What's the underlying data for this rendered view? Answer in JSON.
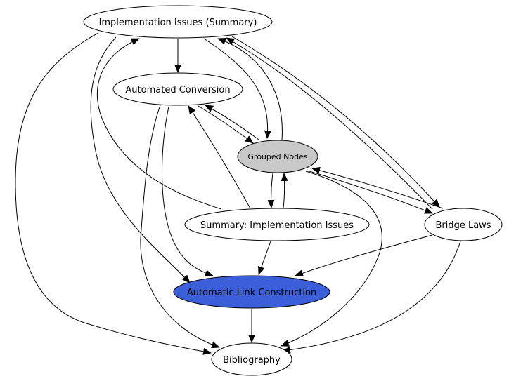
{
  "diagram": {
    "nodes": {
      "impl_summary": {
        "label": "Implementation Issues (Summary)",
        "fill": "#ffffff"
      },
      "auto_conv": {
        "label": "Automated Conversion",
        "fill": "#ffffff"
      },
      "grouped": {
        "label": "Grouped Nodes",
        "fill": "#c8c8c8"
      },
      "summary_impl": {
        "label": "Summary: Implementation Issues",
        "fill": "#ffffff"
      },
      "bridge": {
        "label": "Bridge Laws",
        "fill": "#ffffff"
      },
      "auto_link": {
        "label": "Automatic Link Construction",
        "fill": "#3b5fd9"
      },
      "biblio": {
        "label": "Bibliography",
        "fill": "#ffffff"
      }
    },
    "edges": [
      {
        "from": "impl_summary",
        "to": "auto_conv"
      },
      {
        "from": "impl_summary",
        "to": "grouped"
      },
      {
        "from": "grouped",
        "to": "impl_summary"
      },
      {
        "from": "impl_summary",
        "to": "bridge"
      },
      {
        "from": "bridge",
        "to": "impl_summary"
      },
      {
        "from": "impl_summary",
        "to": "auto_link"
      },
      {
        "from": "impl_summary",
        "to": "biblio"
      },
      {
        "from": "summary_impl",
        "to": "impl_summary"
      },
      {
        "from": "auto_conv",
        "to": "grouped"
      },
      {
        "from": "grouped",
        "to": "auto_conv"
      },
      {
        "from": "auto_conv",
        "to": "auto_link"
      },
      {
        "from": "auto_conv",
        "to": "biblio"
      },
      {
        "from": "summary_impl",
        "to": "auto_conv"
      },
      {
        "from": "grouped",
        "to": "summary_impl"
      },
      {
        "from": "summary_impl",
        "to": "grouped"
      },
      {
        "from": "grouped",
        "to": "bridge"
      },
      {
        "from": "bridge",
        "to": "grouped"
      },
      {
        "from": "grouped",
        "to": "biblio"
      },
      {
        "from": "summary_impl",
        "to": "auto_link"
      },
      {
        "from": "bridge",
        "to": "auto_link"
      },
      {
        "from": "bridge",
        "to": "biblio"
      },
      {
        "from": "auto_link",
        "to": "biblio"
      }
    ]
  }
}
